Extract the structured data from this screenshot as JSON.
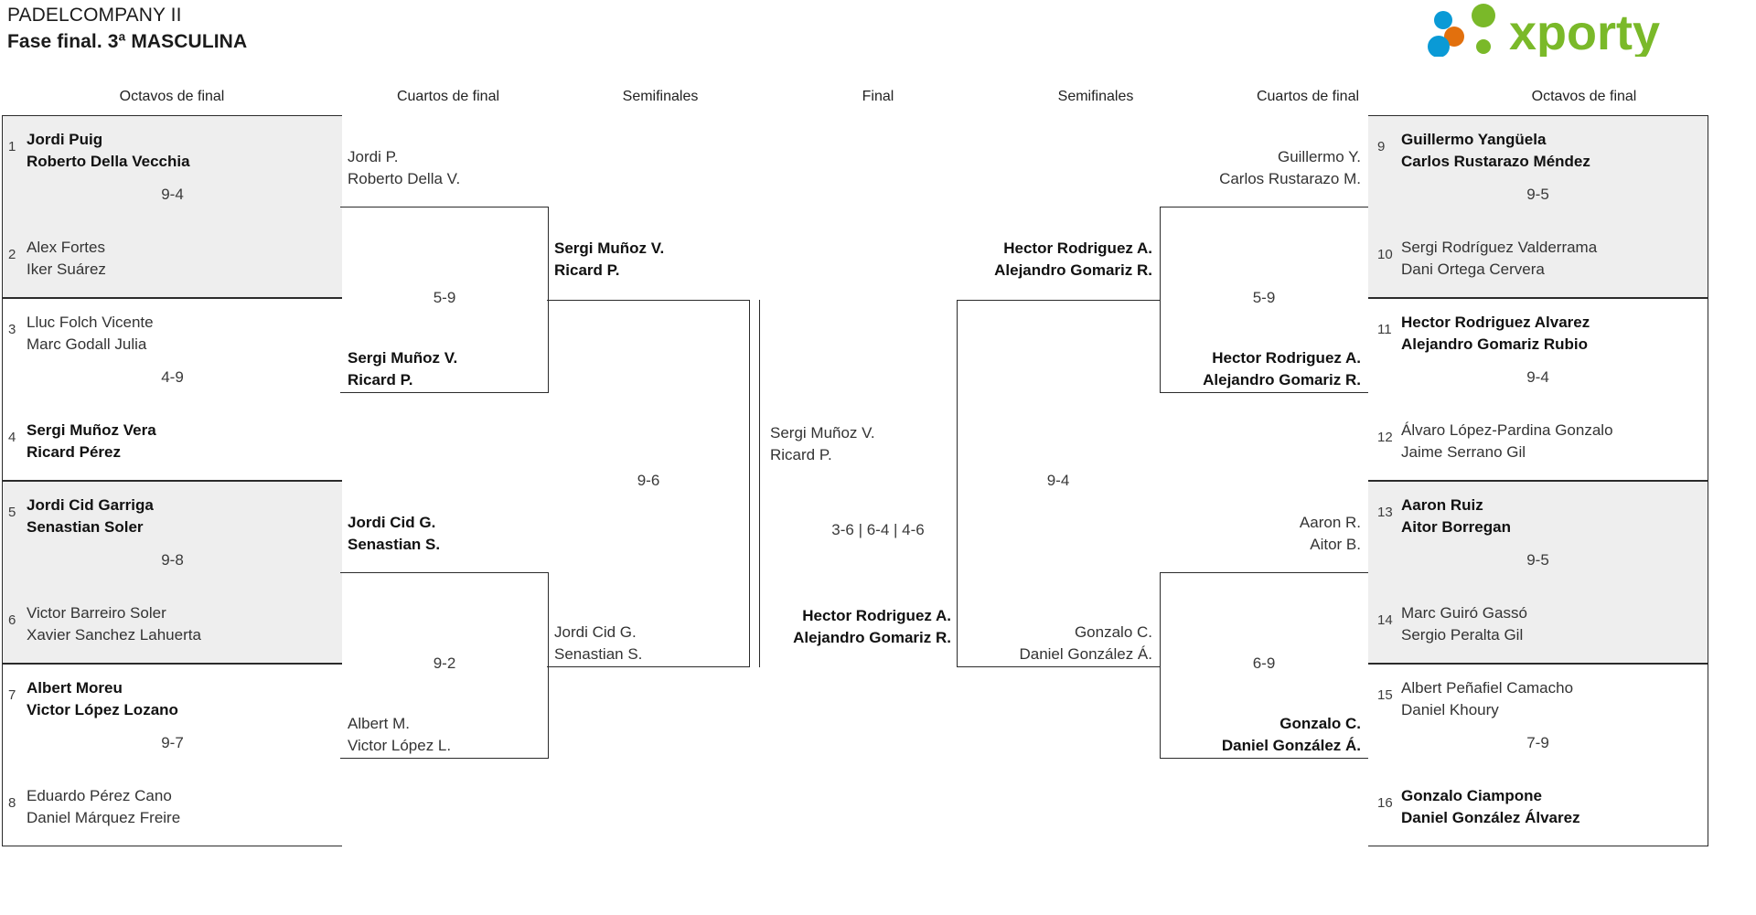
{
  "header": {
    "title_line1": "PADELCOMPANY II",
    "title_line2": "Fase final. 3ª MASCULINA",
    "logo_text": "xporty",
    "logo_colors": {
      "green": "#7ab929",
      "blue": "#0a9ad6",
      "orange": "#e2700d"
    }
  },
  "rounds": [
    {
      "label": "Octavos de final"
    },
    {
      "label": "Cuartos de final"
    },
    {
      "label": "Semifinales"
    },
    {
      "label": "Final"
    },
    {
      "label": "Semifinales"
    },
    {
      "label": "Cuartos de final"
    },
    {
      "label": "Octavos de final"
    }
  ],
  "left": {
    "r16": [
      {
        "top_seed": "1",
        "top_p1": "Jordi Puig",
        "top_p2": "Roberto Della Vecchia",
        "top_win": true,
        "bot_seed": "2",
        "bot_p1": "Alex Fortes",
        "bot_p2": "Iker Suárez",
        "bot_win": false,
        "score": "9-4",
        "shaded": true
      },
      {
        "top_seed": "3",
        "top_p1": "Lluc Folch Vicente",
        "top_p2": "Marc Godall Julia",
        "top_win": false,
        "bot_seed": "4",
        "bot_p1": "Sergi Muñoz Vera",
        "bot_p2": "Ricard Pérez",
        "bot_win": true,
        "score": "4-9",
        "shaded": false
      },
      {
        "top_seed": "5",
        "top_p1": "Jordi Cid Garriga",
        "top_p2": "Senastian Soler",
        "top_win": true,
        "bot_seed": "6",
        "bot_p1": "Victor Barreiro Soler",
        "bot_p2": "Xavier Sanchez Lahuerta",
        "bot_win": false,
        "score": "9-8",
        "shaded": true
      },
      {
        "top_seed": "7",
        "top_p1": "Albert Moreu",
        "top_p2": "Victor López Lozano",
        "top_win": true,
        "bot_seed": "8",
        "bot_p1": "Eduardo Pérez Cano",
        "bot_p2": "Daniel Márquez Freire",
        "bot_win": false,
        "score": "9-7",
        "shaded": false
      }
    ],
    "qf": [
      {
        "top_p1": "Jordi P.",
        "top_p2": "Roberto Della V.",
        "top_win": false,
        "bot_p1": "Sergi Muñoz V.",
        "bot_p2": "Ricard P.",
        "bot_win": true,
        "score": "5-9"
      },
      {
        "top_p1": "Jordi Cid G.",
        "top_p2": "Senastian S.",
        "top_win": true,
        "bot_p1": "Albert M.",
        "bot_p2": "Victor López L.",
        "bot_win": false,
        "score": "9-2"
      }
    ],
    "sf": {
      "top_p1": "Sergi Muñoz V.",
      "top_p2": "Ricard P.",
      "top_win": true,
      "bot_p1": "Jordi Cid G.",
      "bot_p2": "Senastian S.",
      "bot_win": false,
      "score": "9-6"
    }
  },
  "final": {
    "left_p1": "Sergi Muñoz V.",
    "left_p2": "Ricard P.",
    "left_win": false,
    "right_p1": "Hector Rodriguez A.",
    "right_p2": "Alejandro Gomariz R.",
    "right_win": true,
    "score": "3-6 | 6-4 | 4-6"
  },
  "right": {
    "r16": [
      {
        "top_seed": "9",
        "top_p1": "Guillermo Yangüela",
        "top_p2": "Carlos Rustarazo Méndez",
        "top_win": true,
        "bot_seed": "10",
        "bot_p1": "Sergi Rodríguez Valderrama",
        "bot_p2": "Dani Ortega Cervera",
        "bot_win": false,
        "score": "9-5",
        "shaded": true
      },
      {
        "top_seed": "11",
        "top_p1": "Hector Rodriguez Alvarez",
        "top_p2": "Alejandro Gomariz Rubio",
        "top_win": true,
        "bot_seed": "12",
        "bot_p1": "Álvaro López-Pardina Gonzalo",
        "bot_p2": "Jaime Serrano Gil",
        "bot_win": false,
        "score": "9-4",
        "shaded": false
      },
      {
        "top_seed": "13",
        "top_p1": "Aaron Ruiz",
        "top_p2": "Aitor Borregan",
        "top_win": true,
        "bot_seed": "14",
        "bot_p1": "Marc Guiró Gassó",
        "bot_p2": "Sergio Peralta Gil",
        "bot_win": false,
        "score": "9-5",
        "shaded": true
      },
      {
        "top_seed": "15",
        "top_p1": "Albert Peñafiel Camacho",
        "top_p2": "Daniel Khoury",
        "top_win": false,
        "bot_seed": "16",
        "bot_p1": "Gonzalo Ciampone",
        "bot_p2": "Daniel González Álvarez",
        "bot_win": true,
        "score": "7-9",
        "shaded": false
      }
    ],
    "qf": [
      {
        "top_p1": "Guillermo Y.",
        "top_p2": "Carlos Rustarazo M.",
        "top_win": false,
        "bot_p1": "Hector Rodriguez A.",
        "bot_p2": "Alejandro Gomariz R.",
        "bot_win": true,
        "score": "5-9"
      },
      {
        "top_p1": "Aaron R.",
        "top_p2": "Aitor B.",
        "top_win": false,
        "bot_p1": "Gonzalo C.",
        "bot_p2": "Daniel González Á.",
        "bot_win": true,
        "score": "6-9"
      }
    ],
    "sf": {
      "top_p1": "Hector Rodriguez A.",
      "top_p2": "Alejandro Gomariz R.",
      "top_win": true,
      "bot_p1": "Gonzalo C.",
      "bot_p2": "Daniel González Á.",
      "bot_win": false,
      "score": "9-4"
    }
  }
}
